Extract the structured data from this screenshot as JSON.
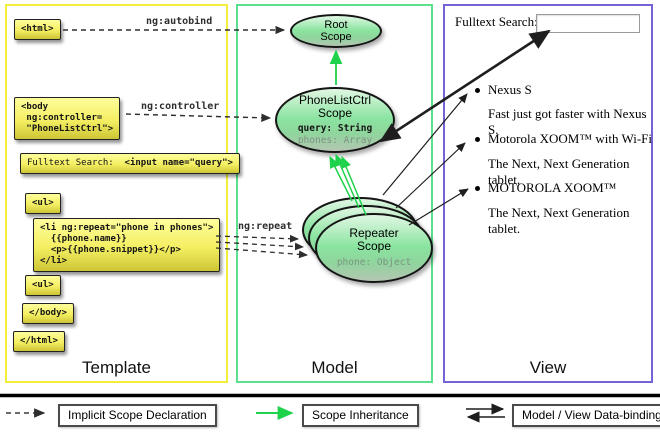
{
  "colors": {
    "template-border": "#f3ee3c",
    "model-border": "#5be08e",
    "view-border": "#7263d6",
    "inheritance-green": "#1ed24b",
    "arrow-dark": "#1e1e1e"
  },
  "columns": {
    "template": "Template",
    "model": "Model",
    "view": "View"
  },
  "labels": {
    "autobind": "ng:autobind",
    "controller": "ng:controller",
    "repeat": "ng:repeat"
  },
  "template": {
    "html_open": "<html>",
    "body_open": "<body\n ng:controller=\n \"PhoneListCtrl\">",
    "fulltext_label": "Fulltext Search:",
    "fulltext_input": "  <input name=\"query\">",
    "ul_open": "<ul>",
    "li_repeat": "<li ng:repeat=\"phone in phones\">\n  {{phone.name}}\n  <p>{{phone.snippet}}</p>\n</li>",
    "ul_close": "<ul>",
    "body_close": "</body>",
    "html_close": "</html>"
  },
  "model": {
    "root": {
      "title": "Root Scope"
    },
    "phonelist": {
      "title": "PhoneListCtrl Scope",
      "prop_query": "query: String",
      "prop_phones": "phones: Array"
    },
    "repeater": {
      "title": "Repeater Scope",
      "prop_phone": "phone: Object"
    }
  },
  "view": {
    "search_label": "Fulltext Search:",
    "search_value": "",
    "items": [
      {
        "title": "Nexus S",
        "desc": "Fast just got faster with Nexus S."
      },
      {
        "title": "Motorola XOOM™  with Wi-Fi",
        "desc": "The Next, Next Generation tablet."
      },
      {
        "title": "MOTOROLA XOOM™",
        "desc": "The Next, Next Generation tablet."
      }
    ]
  },
  "legend": {
    "implicit": "Implicit Scope Declaration",
    "inheritance": "Scope Inheritance",
    "databinding": "Model / View Data-binding"
  }
}
